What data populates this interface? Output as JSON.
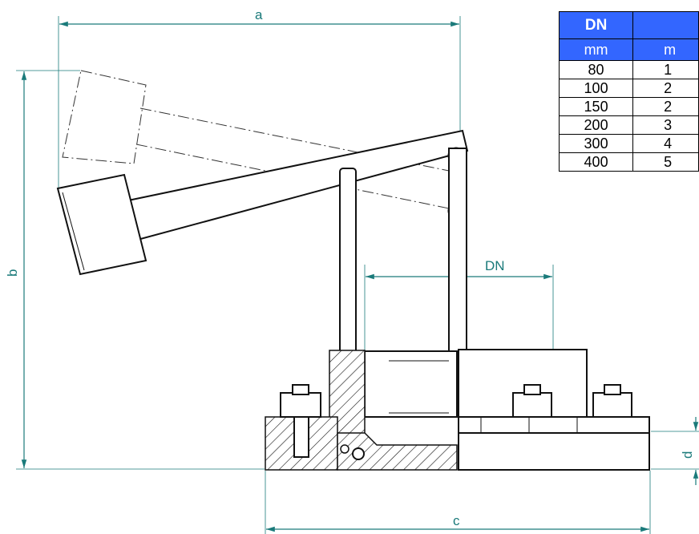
{
  "dimensions": {
    "a": "a",
    "b": "b",
    "c": "c",
    "d": "d",
    "dn": "DN"
  },
  "table": {
    "headers": [
      "DN",
      ""
    ],
    "units": [
      "mm",
      "m"
    ],
    "rows": [
      [
        "80",
        "1"
      ],
      [
        "100",
        "2"
      ],
      [
        "150",
        "2"
      ],
      [
        "200",
        "3"
      ],
      [
        "300",
        "4"
      ],
      [
        "400",
        "5"
      ]
    ]
  },
  "colors": {
    "dimension": "#1a7a7a",
    "table_header": "#3366ff",
    "line": "#111111"
  }
}
